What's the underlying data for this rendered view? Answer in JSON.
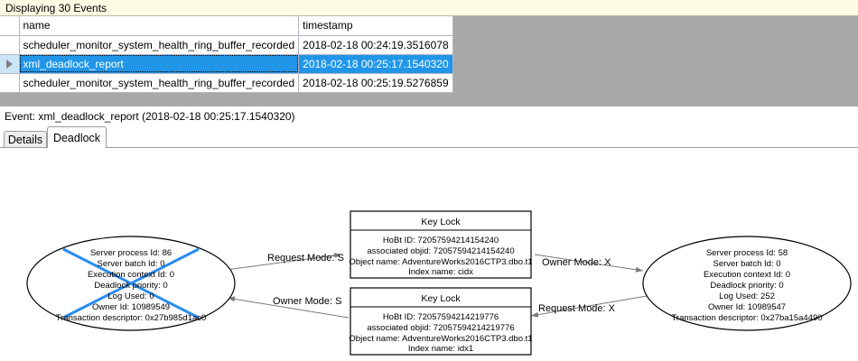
{
  "banner": {
    "text": "Displaying 30 Events"
  },
  "grid": {
    "columns": [
      "",
      "name",
      "timestamp"
    ],
    "rows": [
      {
        "selector": "",
        "name": "scheduler_monitor_system_health_ring_buffer_recorded",
        "timestamp": "2018-02-18 00:24:19.3516078",
        "selected": false
      },
      {
        "selector": "row-selector-arrow",
        "name": "xml_deadlock_report",
        "timestamp": "2018-02-18 00:25:17.1540320",
        "selected": true
      },
      {
        "selector": "",
        "name": "scheduler_monitor_system_health_ring_buffer_recorded",
        "timestamp": "2018-02-18 00:25:19.5276859",
        "selected": false
      }
    ]
  },
  "event_caption": {
    "text": "Event: xml_deadlock_report (2018-02-18 00:25:17.1540320)"
  },
  "tabs": [
    {
      "label": "Details",
      "active": false
    },
    {
      "label": "Deadlock",
      "active": true
    }
  ],
  "colors": {
    "banner_bg": "#fdfce4",
    "selection_blue": "#2196e8",
    "victim_cross": "#2a8cf0",
    "grid_filler_gray": "#a8a8a8",
    "edge_gray": "#7a7a7a"
  },
  "deadlock_graph": {
    "processes": [
      {
        "id": "process-left-victim",
        "victim": true,
        "lines": [
          "Server process Id: 86",
          "Server batch Id: 0",
          "Execution context Id: 0",
          "Deadlock priority: 0",
          "Log Used: 0",
          "Owner Id: 10989549",
          "Transaction descriptor: 0x27b985d1ac0"
        ]
      },
      {
        "id": "process-right",
        "victim": false,
        "lines": [
          "Server process Id: 58",
          "Server batch Id: 0",
          "Execution context Id: 0",
          "Deadlock priority: 0",
          "Log Used: 252",
          "Owner Id: 10989547",
          "Transaction descriptor: 0x27ba15a4490"
        ]
      }
    ],
    "resources": [
      {
        "id": "key-lock-top",
        "title": "Key Lock",
        "lines": [
          "HoBt ID: 72057594214154240",
          "associated objid: 72057594214154240",
          "Object name: AdventureWorks2016CTP3.dbo.t1",
          "Index name: cidx"
        ]
      },
      {
        "id": "key-lock-bottom",
        "title": "Key Lock",
        "lines": [
          "HoBt ID: 72057594214219776",
          "associated objid: 72057594214219776",
          "Object name: AdventureWorks2016CTP3.dbo.t1",
          "Index name: idx1"
        ]
      }
    ],
    "edges": [
      {
        "id": "edge-request-s",
        "label": "Request Mode: S",
        "from": "process-left-victim",
        "to": "key-lock-top",
        "direction": "right"
      },
      {
        "id": "edge-owner-s",
        "label": "Owner Mode: S",
        "from": "key-lock-bottom",
        "to": "process-left-victim",
        "direction": "left"
      },
      {
        "id": "edge-owner-x",
        "label": "Owner Mode: X",
        "from": "key-lock-top",
        "to": "process-right",
        "direction": "right"
      },
      {
        "id": "edge-request-x",
        "label": "Request Mode: X",
        "from": "process-right",
        "to": "key-lock-bottom",
        "direction": "left"
      }
    ]
  }
}
